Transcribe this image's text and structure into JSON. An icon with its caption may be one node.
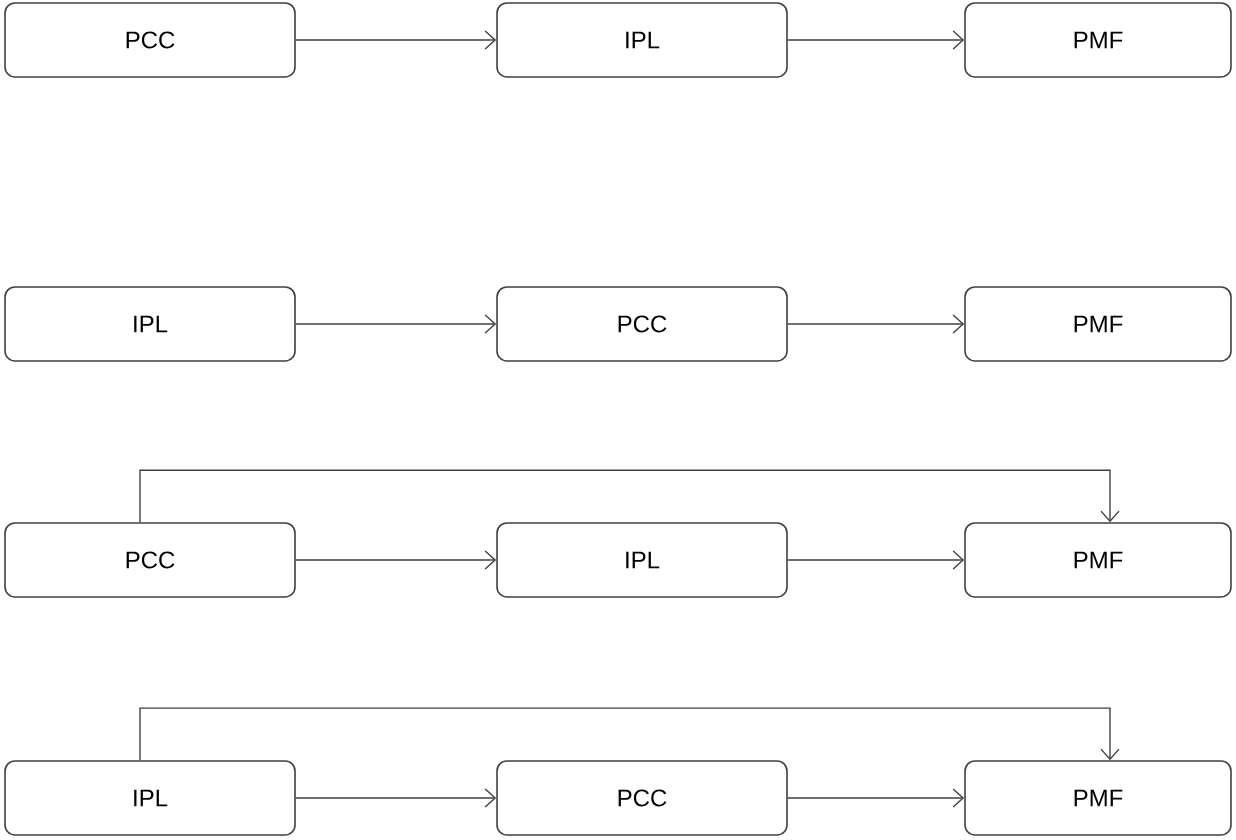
{
  "diagram": {
    "nodes": [
      {
        "text": [
          "PCC"
        ]
      },
      {
        "text": [
          "IPL"
        ]
      },
      {
        "text": [
          "PMF"
        ]
      },
      {
        "text": [
          "IPL"
        ]
      },
      {
        "text": [
          "PCC"
        ]
      },
      {
        "text": [
          "PMF"
        ]
      },
      {
        "text": [
          "PCC"
        ]
      },
      {
        "text": [
          "IPL"
        ]
      },
      {
        "text": [
          "PMF"
        ]
      },
      {
        "text": [
          "IPL"
        ]
      },
      {
        "text": [
          "PCC"
        ]
      },
      {
        "text": [
          "PMF"
        ]
      }
    ],
    "edges": [
      {
        "from": 0,
        "to": 1,
        "arrow": "to"
      },
      {
        "from": 1,
        "to": 2,
        "arrow": "to"
      },
      {
        "from": 3,
        "to": 4,
        "arrow": "to"
      },
      {
        "from": 4,
        "to": 5,
        "arrow": "to"
      },
      {
        "from": 6,
        "to": 7,
        "arrow": "to"
      },
      {
        "from": 7,
        "to": 8,
        "arrow": "to"
      },
      {
        "from": 6,
        "to": 8,
        "arrow": "to"
      },
      {
        "from": 9,
        "to": 10,
        "arrow": "to"
      },
      {
        "from": 10,
        "to": 11,
        "arrow": "to"
      },
      {
        "from": 9,
        "to": 11,
        "arrow": "to"
      }
    ]
  }
}
